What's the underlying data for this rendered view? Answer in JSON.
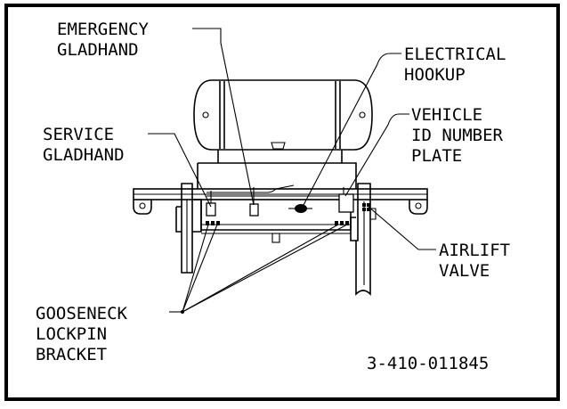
{
  "labels": {
    "emergency_gladhand": [
      "EMERGENCY",
      "GLADHAND"
    ],
    "electrical_hookup": [
      "ELECTRICAL",
      "HOOKUP"
    ],
    "service_gladhand": [
      "SERVICE",
      "GLADHAND"
    ],
    "vehicle_id_plate": [
      "VEHICLE",
      "ID NUMBER",
      "PLATE"
    ],
    "airlift_valve": [
      "AIRLIFT",
      "VALVE"
    ],
    "gooseneck_bracket": [
      "GOOSENECK",
      "LOCKPIN",
      "BRACKET"
    ]
  },
  "figure_number": "3-410-011845",
  "colors": {
    "ink": "#000000",
    "paper": "#ffffff"
  }
}
